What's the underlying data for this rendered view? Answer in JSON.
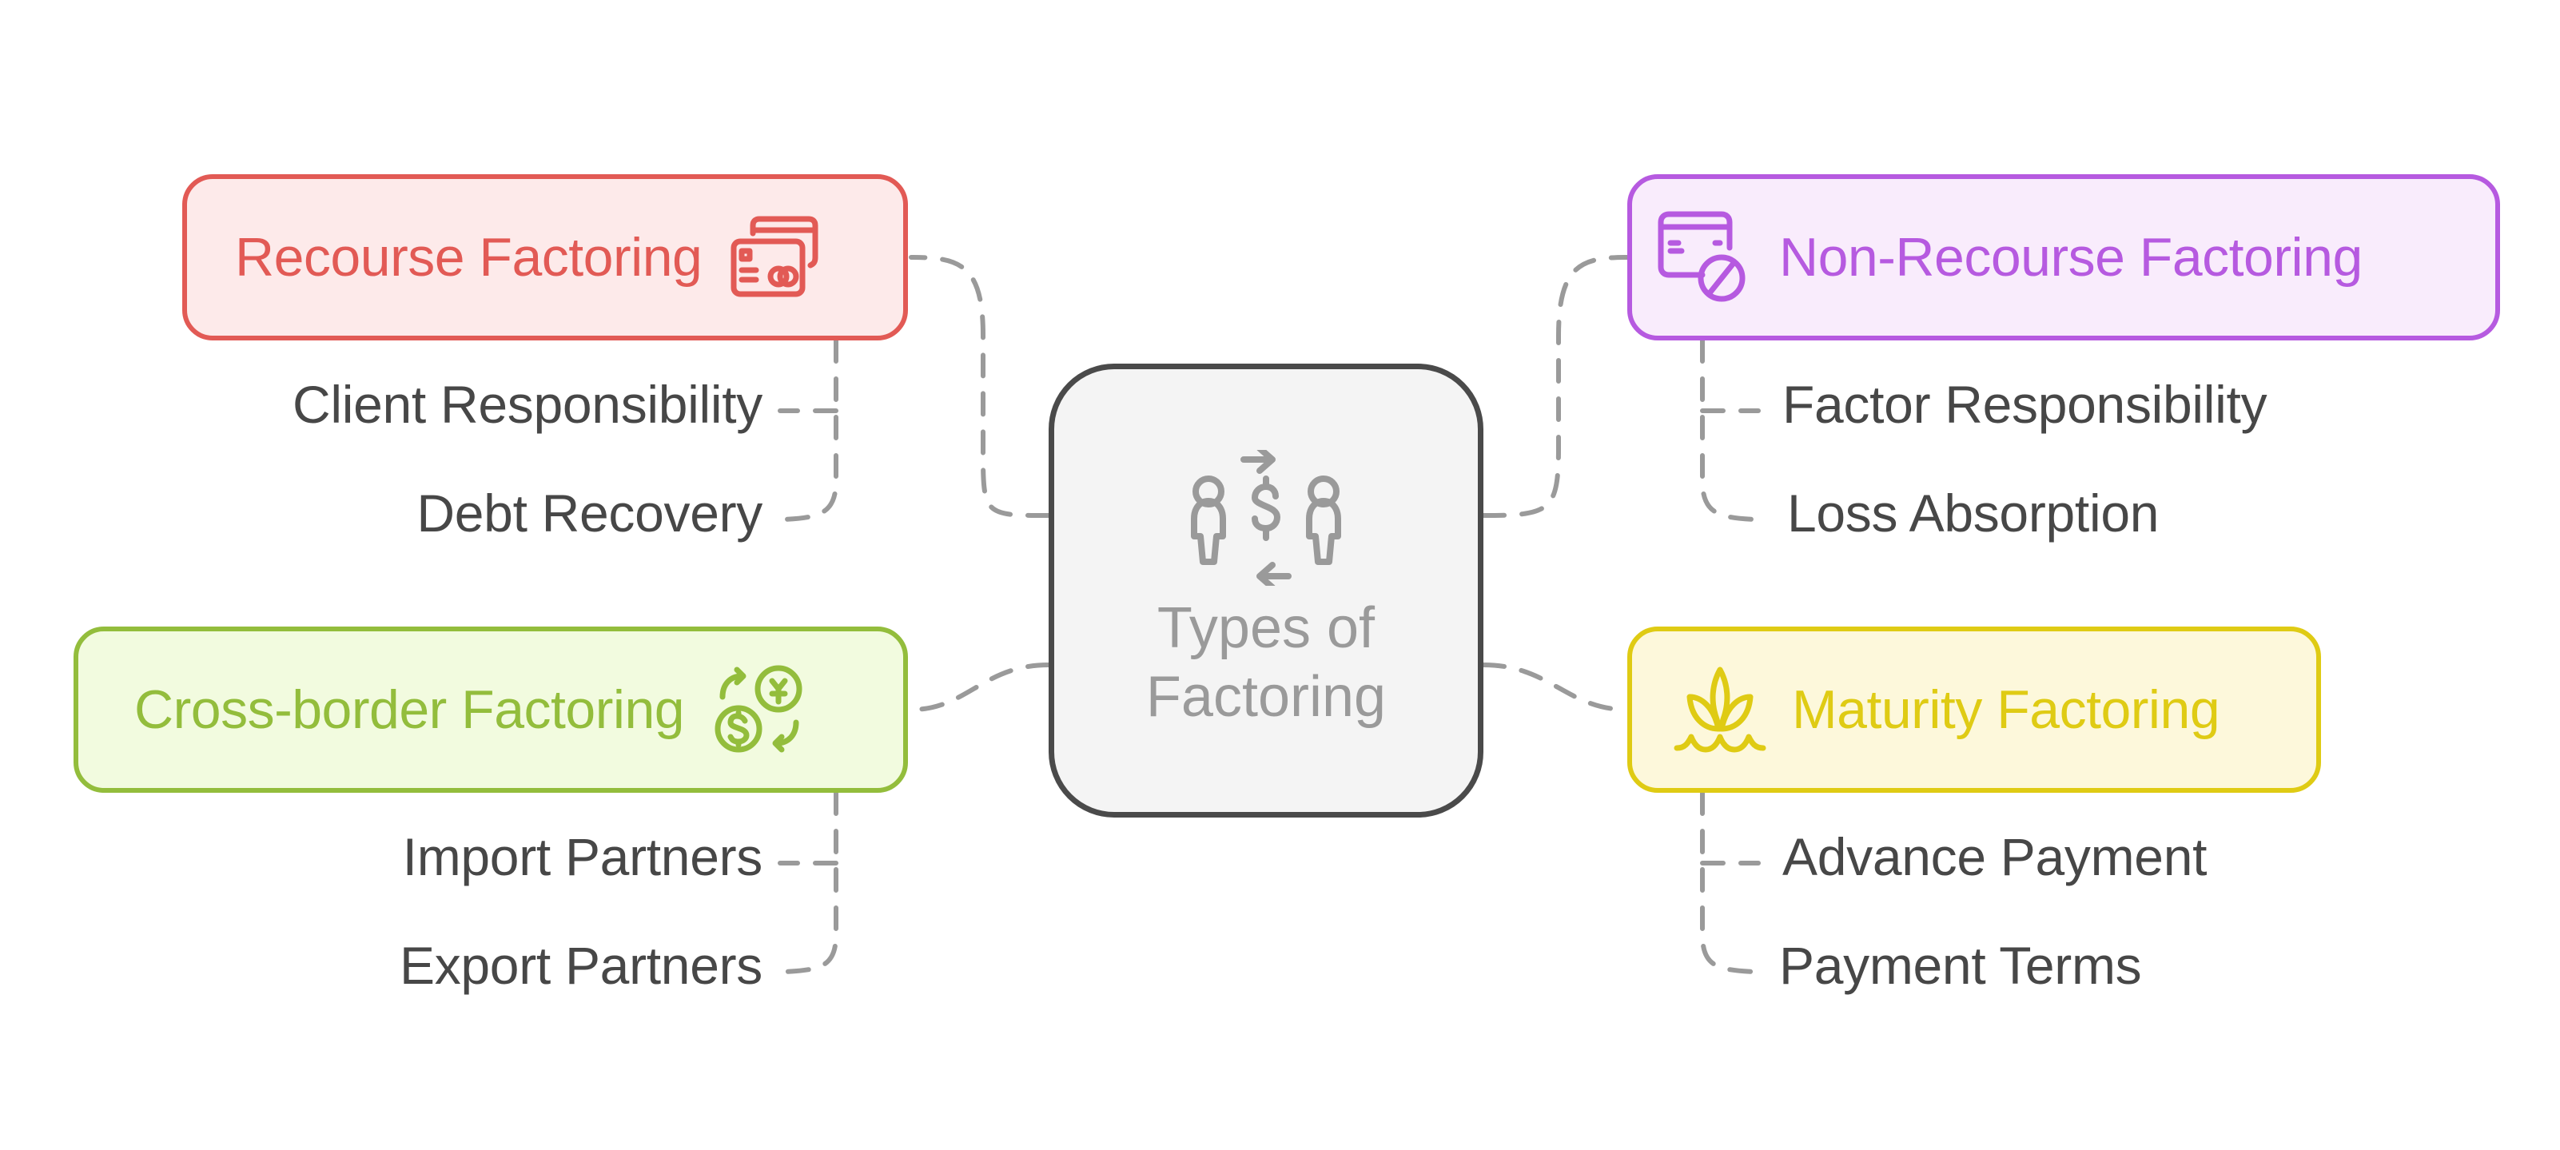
{
  "diagram": {
    "center": {
      "title_line1": "Types of",
      "title_line2": "Factoring",
      "icon": "money-exchange-people-icon",
      "color": "#9a9a9a",
      "border_color": "#4a4a4a",
      "fill": "#f4f4f4"
    },
    "branches": [
      {
        "id": "recourse",
        "label": "Recourse Factoring",
        "icon": "credit-cards-icon",
        "color": "#e25a55",
        "fill": "#fdeaea",
        "children": [
          "Client Responsibility",
          "Debt Recovery"
        ]
      },
      {
        "id": "nonrecourse",
        "label": "Non-Recourse Factoring",
        "icon": "card-blocked-icon",
        "color": "#b65ae0",
        "fill": "#f9ecfc",
        "children": [
          "Factor Responsibility",
          "Loss Absorption"
        ]
      },
      {
        "id": "crossborder",
        "label": "Cross-border Factoring",
        "icon": "currency-exchange-icon",
        "color": "#93bd3c",
        "fill": "#f2fbdf",
        "children": [
          "Import Partners",
          "Export Partners"
        ]
      },
      {
        "id": "maturity",
        "label": "Maturity Factoring",
        "icon": "sprout-growth-icon",
        "color": "#dfcb14",
        "fill": "#fdf8db",
        "children": [
          "Advance Payment",
          "Payment Terms"
        ]
      }
    ],
    "connector_color": "#9a9a9a",
    "leaf_text_color": "#474747"
  }
}
